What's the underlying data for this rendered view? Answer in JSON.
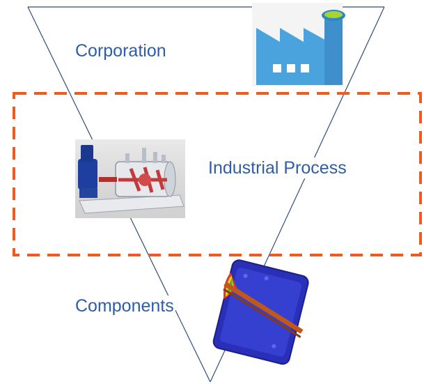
{
  "labels": {
    "corporation": "Corporation",
    "industrial_process": "Industrial Process",
    "components": "Components"
  },
  "colors": {
    "outline": "#2e4d7b",
    "text": "#2f5da6",
    "dashed_box": "#f05a1e",
    "factory_blue": "#4aa3dc",
    "factory_green": "#a6d434"
  },
  "icons": {
    "corporation": "factory-icon",
    "industrial_process": "process-machine-icon",
    "components": "motor-component-icon"
  }
}
